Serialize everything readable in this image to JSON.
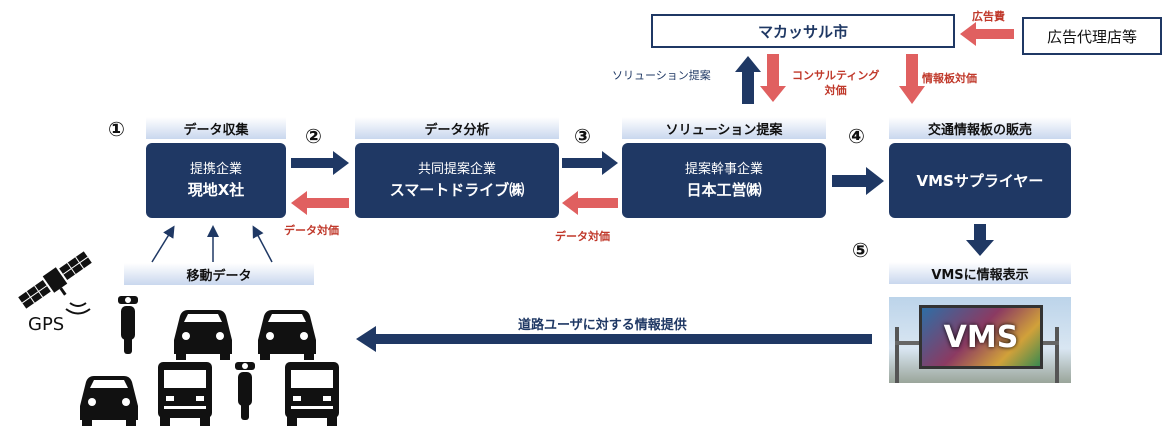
{
  "nodes": {
    "city": "マカッサル市",
    "agency": "広告代理店等",
    "x_company_sub": "提携企業",
    "x_company_main": "現地X社",
    "smartdrive_sub": "共同提案企業",
    "smartdrive_main": "スマートドライブ㈱",
    "nihon_koei_sub": "提案幹事企業",
    "nihon_koei_main": "日本工営㈱",
    "vms_supplier": "VMSサプライヤー"
  },
  "steps": {
    "s1_num": "①",
    "s1_label": "データ収集",
    "s2_num": "②",
    "s2_label": "データ分析",
    "s3_num": "③",
    "s3_label": "ソリューション提案",
    "s4_num": "④",
    "s4_label": "交通情報板の販売",
    "s5_num": "⑤",
    "s5_label": "VMSに情報表示"
  },
  "mobile_data_label": "移動データ",
  "gps_label": "GPS",
  "vms_sign_text": "VMS",
  "flows": {
    "ad_fee": "広告費",
    "solution_proposal": "ソリューション提案",
    "consulting_fee_line1": "コンサルティング",
    "consulting_fee_line2": "対価",
    "board_fee": "情報板対価",
    "data_fee_1": "データ対価",
    "data_fee_2": "データ対価",
    "road_user_info": "道路ユーザに対する情報提供"
  },
  "colors": {
    "navy": "#1f3864",
    "red": "#e06060",
    "header_blue": "#c9d7ee"
  }
}
